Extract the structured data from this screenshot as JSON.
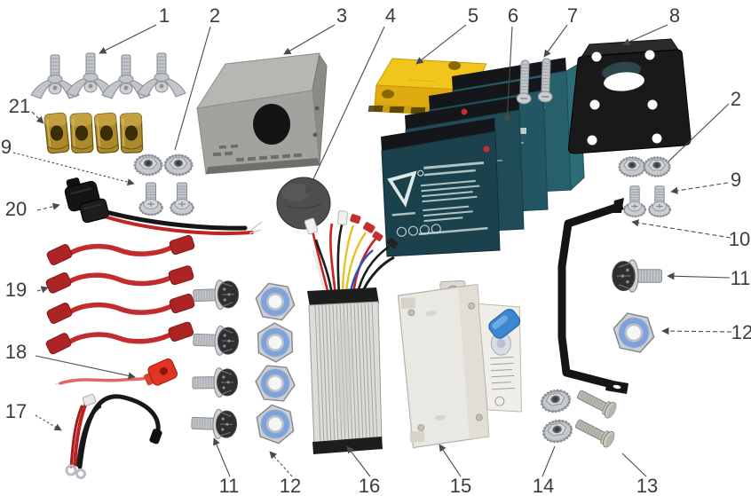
{
  "callouts": [
    {
      "label": "1"
    },
    {
      "label": "2"
    },
    {
      "label": "3"
    },
    {
      "label": "4"
    },
    {
      "label": "5"
    },
    {
      "label": "6"
    },
    {
      "label": "7"
    },
    {
      "label": "8"
    },
    {
      "label": "2"
    },
    {
      "label": "9"
    },
    {
      "label": "10"
    },
    {
      "label": "11"
    },
    {
      "label": "12"
    },
    {
      "label": "21"
    },
    {
      "label": "9"
    },
    {
      "label": "20"
    },
    {
      "label": "19"
    },
    {
      "label": "18"
    },
    {
      "label": "17"
    },
    {
      "label": "11"
    },
    {
      "label": "12"
    },
    {
      "label": "16"
    },
    {
      "label": "15"
    },
    {
      "label": "14"
    },
    {
      "label": "13"
    }
  ],
  "colors": {
    "silver": "#c2c6ca",
    "silver_dark": "#878b90",
    "gold": "#ab8a2c",
    "steel": "#a6a5a1",
    "black_part": "#191919",
    "rubber": "#4e4e4e",
    "yellow_top": "#f2c51d",
    "yellow_front": "#e0ab10",
    "battery_teal": "#1b424c",
    "battery_cap": "#14161a",
    "red_wire": "#c22c2c",
    "pink_wire": "#e06868",
    "nylon_blue": "#7ea3dc",
    "breaker_body": "#eae8e2",
    "breaker_blue": "#3c87cf",
    "line": "#4a4a4a",
    "label": "#3c3c3c"
  }
}
